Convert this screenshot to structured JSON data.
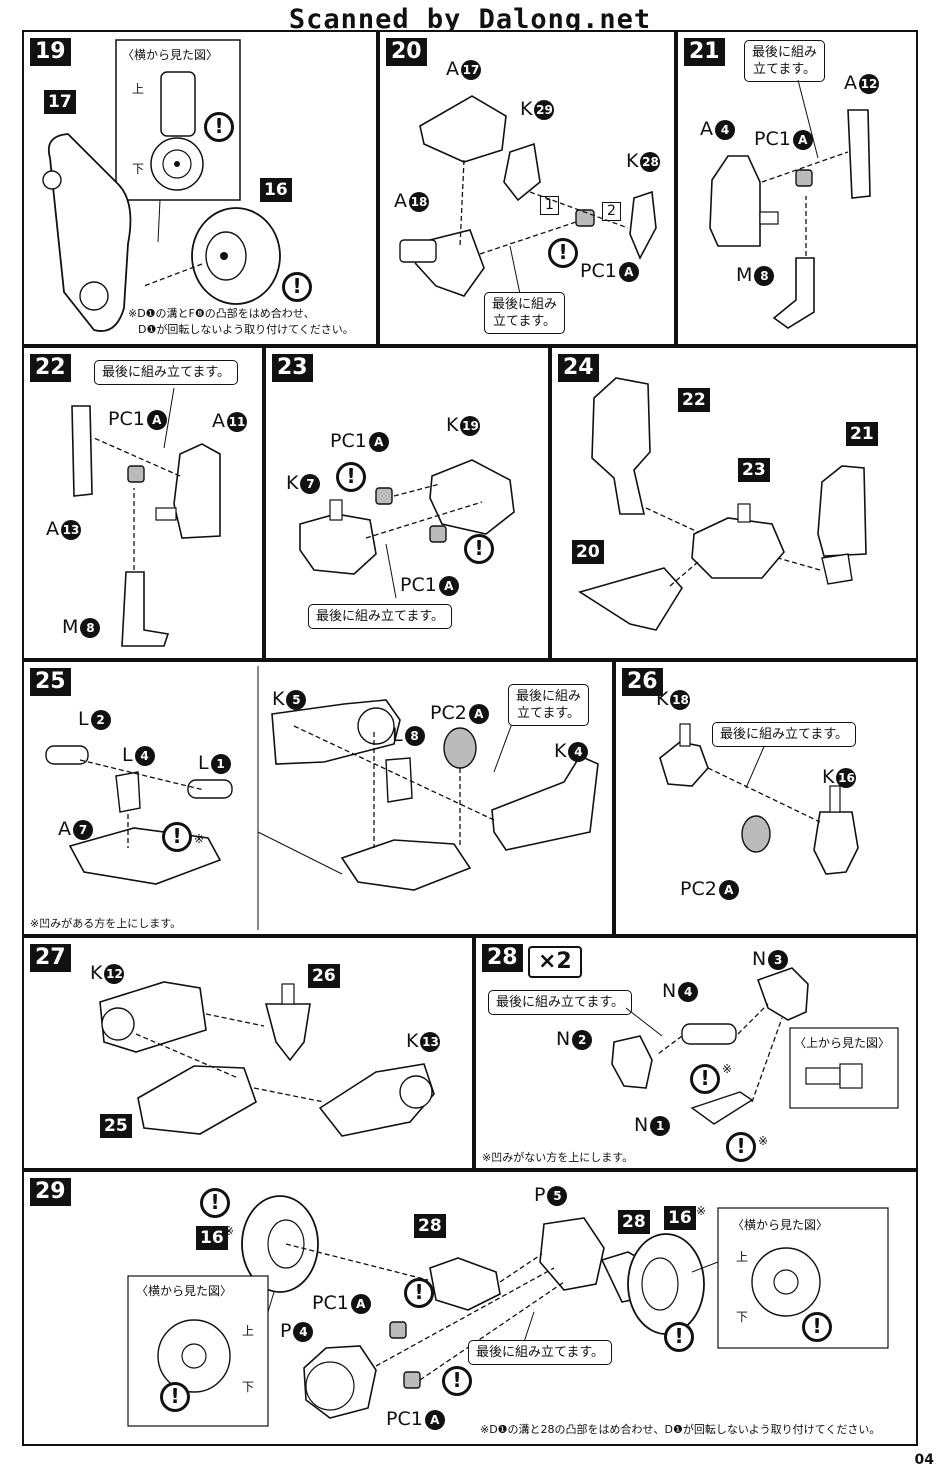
{
  "header": "Scanned by Dalong.net",
  "page_number": "04",
  "markers": {
    "alert": "!",
    "asterisk": "※"
  },
  "steps": {
    "s19": {
      "number": "19",
      "part_17": "17",
      "part_16": "16",
      "side_view": {
        "title": "〈横から見た図〉",
        "top": "上",
        "bottom": "下"
      },
      "note_1": "※D❶の溝とF❽の凸部をはめ合わせ、",
      "note_2": "D❶が回転しないよう取り付けてください。"
    },
    "s20": {
      "number": "20",
      "label_a17": "A",
      "a17": "17",
      "label_k29": "K",
      "k29": "29",
      "label_k28": "K",
      "k28": "28",
      "label_a18": "A",
      "a18": "18",
      "order_1": "1",
      "order_2": "2",
      "label_pc1": "PC1",
      "pc1": "A",
      "callout": "最後に組み\n立てます。"
    },
    "s21": {
      "number": "21",
      "callout": "最後に組み\n立てます。",
      "label_a12": "A",
      "a12": "12",
      "label_a4": "A",
      "a4": "4",
      "label_pc1": "PC1",
      "pc1": "A",
      "label_m8": "M",
      "m8": "8"
    },
    "s22": {
      "number": "22",
      "callout": "最後に組み立てます。",
      "label_pc1": "PC1",
      "pc1": "A",
      "label_a11": "A",
      "a11": "11",
      "label_a13": "A",
      "a13": "13",
      "label_m8": "M",
      "m8": "8"
    },
    "s23": {
      "number": "23",
      "label_pc1_top": "PC1",
      "pc1_top": "A",
      "label_k19": "K",
      "k19": "19",
      "label_k7": "K",
      "k7": "7",
      "label_pc1_bottom": "PC1",
      "pc1_bottom": "A",
      "callout": "最後に組み立てます。"
    },
    "s24": {
      "number": "24",
      "ref_22": "22",
      "ref_23": "23",
      "ref_21": "21",
      "ref_20": "20"
    },
    "s25": {
      "number": "25",
      "label_l2": "L",
      "l2": "2",
      "label_l4": "L",
      "l4": "4",
      "label_l1": "L",
      "l1": "1",
      "label_a7": "A",
      "a7": "7",
      "note": "※凹みがある方を上にします。",
      "label_k5": "K",
      "k5": "5",
      "label_l8": "L",
      "l8": "8",
      "label_pc2": "PC2",
      "pc2": "A",
      "callout": "最後に組み\n立てます。",
      "label_k4": "K",
      "k4": "4"
    },
    "s26": {
      "number": "26",
      "label_k18": "K",
      "k18": "18",
      "callout": "最後に組み立てます。",
      "label_k16": "K",
      "k16": "16",
      "label_pc2": "PC2",
      "pc2": "A"
    },
    "s27": {
      "number": "27",
      "label_k12": "K",
      "k12": "12",
      "ref_26": "26",
      "label_k13": "K",
      "k13": "13",
      "ref_25": "25"
    },
    "s28": {
      "number": "28",
      "multiplier": "×2",
      "label_n3": "N",
      "n3": "3",
      "callout": "最後に組み立てます。",
      "label_n4": "N",
      "n4": "4",
      "label_n2": "N",
      "n2": "2",
      "top_view": "〈上から見た図〉",
      "label_n1": "N",
      "n1": "1",
      "note": "※凹みがない方を上にします。"
    },
    "s29": {
      "number": "29",
      "ref_16_left": "16",
      "ref_28_left": "28",
      "label_p5": "P",
      "p5": "5",
      "ref_28_right": "28",
      "ref_16_right": "16",
      "side_view_left": {
        "title": "〈横から見た図〉",
        "top": "上",
        "bottom": "下"
      },
      "side_view_right": {
        "title": "〈横から見た図〉",
        "top": "上",
        "bottom": "下"
      },
      "label_pc1_top": "PC1",
      "pc1_top": "A",
      "label_p4": "P",
      "p4": "4",
      "callout": "最後に組み立てます。",
      "label_pc1_bottom": "PC1",
      "pc1_bottom": "A",
      "note": "※D❶の溝と28の凸部をはめ合わせ、D❶が回転しないよう取り付けてください。"
    }
  }
}
